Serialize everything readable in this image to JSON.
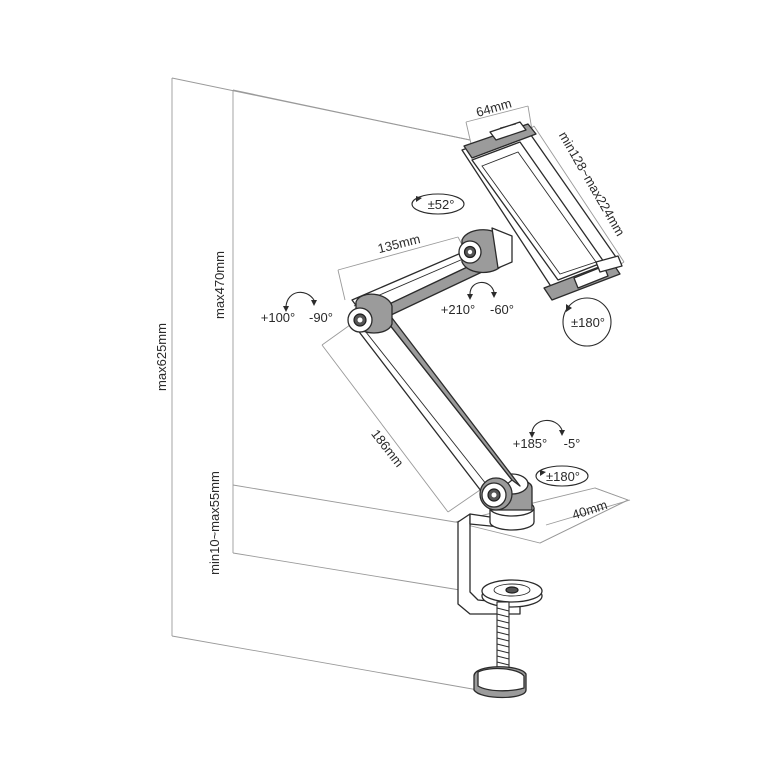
{
  "dimensions": {
    "total_height": "max625mm",
    "arm_height": "max470mm",
    "clamp_range": "min10~max55mm",
    "upper_arm": "135mm",
    "lower_arm": "186mm",
    "base_width": "40mm",
    "holder_depth": "64mm",
    "holder_width": "min128~max224mm"
  },
  "rotations": {
    "elbow_pos": "+100°",
    "elbow_neg": "-90°",
    "head_pos": "+210°",
    "head_neg": "-60°",
    "base_pos": "+185°",
    "base_neg": "-5°",
    "tilt": "±52°",
    "base_swivel": "±180°",
    "holder_rotation": "±180°"
  }
}
